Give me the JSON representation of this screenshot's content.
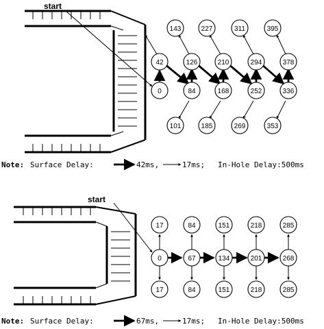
{
  "diagram_1": {
    "start_label": "start",
    "nodes": {
      "n0": "0",
      "n42": "42",
      "n84": "84",
      "n101": "101",
      "n126": "126",
      "n143": "143",
      "n168": "168",
      "n185": "185",
      "n210": "210",
      "n227": "227",
      "n252": "252",
      "n269": "269",
      "n294": "294",
      "n311": "311",
      "n336": "336",
      "n353": "353",
      "n378": "378",
      "n395": "395"
    },
    "note": {
      "prefix": "Note:",
      "surface": "Surface Delay:",
      "d1": "42ms,",
      "d2": "17ms;",
      "inhole": "In-Hole Delay:500ms"
    }
  },
  "diagram_2": {
    "start_label": "start",
    "nodes": {
      "n0": "0",
      "n67": "67",
      "n134": "134",
      "n201": "201",
      "n268": "268",
      "t1": "17",
      "t2": "84",
      "t3": "151",
      "t4": "218",
      "t5": "285",
      "b1": "17",
      "b2": "84",
      "b3": "151",
      "b4": "218",
      "b5": "285"
    },
    "note": {
      "prefix": "Note:",
      "surface": "Surface Delay:",
      "d1": "67ms,",
      "d2": "17ms;",
      "inhole": "In-Hole Delay:500ms"
    }
  }
}
